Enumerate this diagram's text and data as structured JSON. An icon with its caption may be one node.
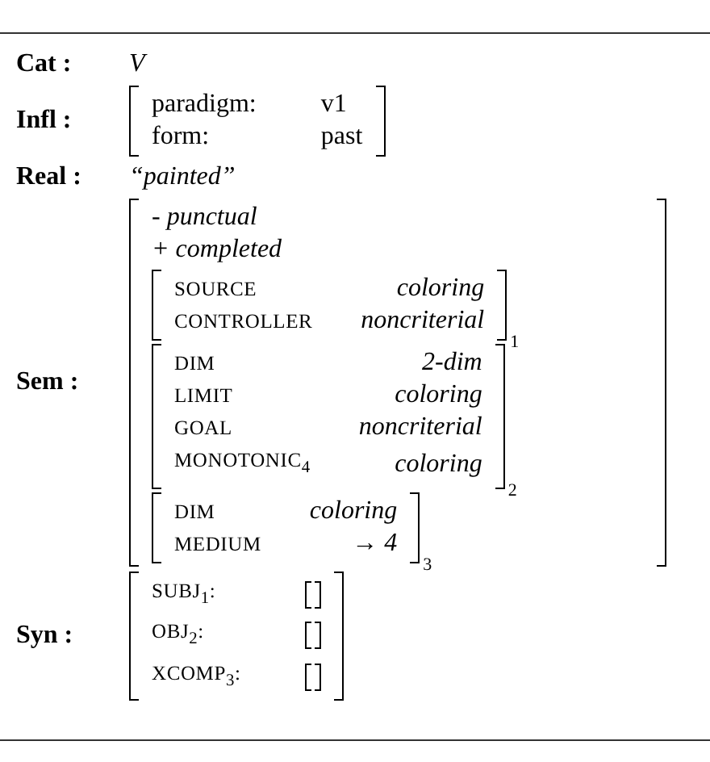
{
  "diagram": {
    "nodes": [
      {
        "text": [
          "paradigm:",
          "v1",
          "form:",
          "past"
        ]
      },
      {
        "text": [
          "- punctual",
          "+ completed"
        ]
      },
      {
        "text": [
          "SOURCE",
          "coloring",
          "CONTROLLER",
          "noncriterial"
        ],
        "in": 1,
        "beside": [
          "1"
        ]
      },
      {
        "text": [
          "DIM",
          "2-dim",
          "LIMIT",
          "coloring",
          "GOAL",
          "noncriterial",
          "MONOTONIC$_{4}$",
          "coloring"
        ],
        "in": 1,
        "beside": [
          "2"
        ]
      },
      {
        "text": [
          "DIM",
          "coloring",
          "MEDIUM",
          "→ 4"
        ],
        "in": 1,
        "beside": [
          "3"
        ]
      },
      {
        "text": [
          "SUBJ$_{1}$:",
          "OBJ$_{2}$:",
          "XCOMP$_{3}$:"
        ]
      },
      {
        "text": [],
        "shape": "box",
        "in": 5
      },
      {
        "text": [],
        "shape": "box",
        "in": 5
      },
      {
        "text": [],
        "shape": "box",
        "in": 5
      }
    ],
    "edges": [],
    "labels": [
      "Cat :",
      "V",
      "Infl :",
      "Real :",
      "“painted”",
      "Sem :",
      "Syn :"
    ]
  }
}
